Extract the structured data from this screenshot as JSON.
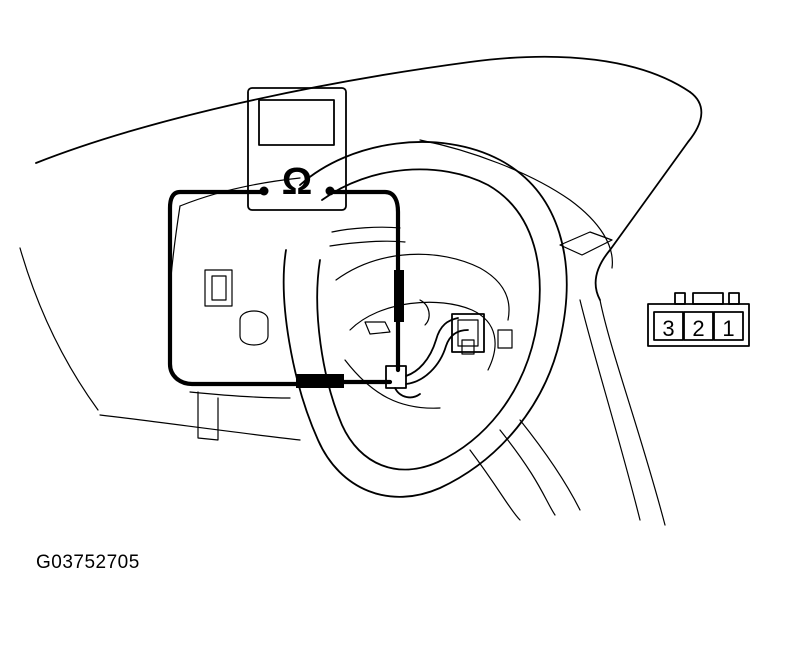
{
  "meter": {
    "symbol": "Ω"
  },
  "connector": {
    "pins": [
      "3",
      "2",
      "1"
    ]
  },
  "figure_id": "G03752705"
}
